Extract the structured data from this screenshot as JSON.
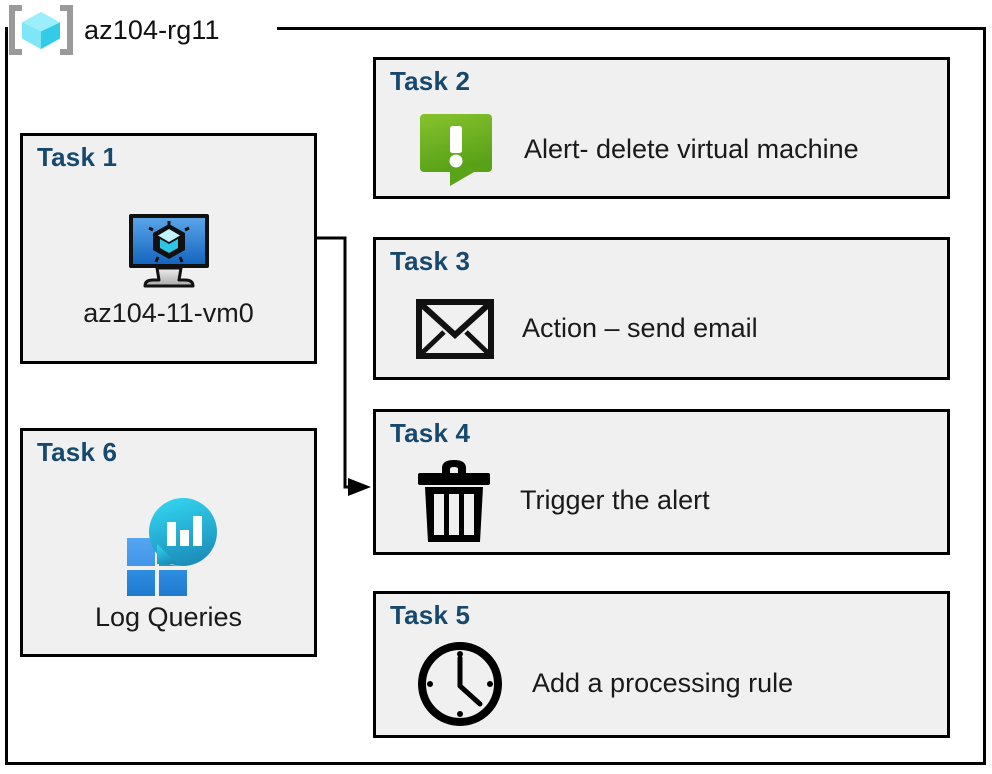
{
  "resource_group": {
    "name": "az104-rg11",
    "icon": "azure-resource-group-icon"
  },
  "colors": {
    "task_label": "#17496f",
    "box_fill": "#f0f0f0",
    "box_border": "#000000",
    "vm_icon_blue": "#2a7fd4",
    "alert_green": "#76bc21",
    "log_analytics_teal": "#27c9e5",
    "log_analytics_blue": "#2a8fe0"
  },
  "tasks": [
    {
      "id": "task1",
      "label": "Task 1",
      "caption": "az104-11-vm0",
      "icon": "virtual-machine-icon",
      "layout": "stacked"
    },
    {
      "id": "task2",
      "label": "Task 2",
      "caption": "Alert- delete virtual machine",
      "icon": "alert-bubble-icon",
      "layout": "inline"
    },
    {
      "id": "task3",
      "label": "Task 3",
      "caption": "Action – send email",
      "icon": "envelope-icon",
      "layout": "inline"
    },
    {
      "id": "task4",
      "label": "Task 4",
      "caption": "Trigger the alert",
      "icon": "trash-can-icon",
      "layout": "inline"
    },
    {
      "id": "task5",
      "label": "Task 5",
      "caption": "Add a processing rule",
      "icon": "clock-icon",
      "layout": "inline"
    },
    {
      "id": "task6",
      "label": "Task 6",
      "caption": "Log Queries",
      "icon": "log-analytics-icon",
      "layout": "stacked"
    }
  ],
  "connector": {
    "from": "virtual-machine-icon",
    "to": "task4",
    "arrow": "arrowhead-right"
  }
}
